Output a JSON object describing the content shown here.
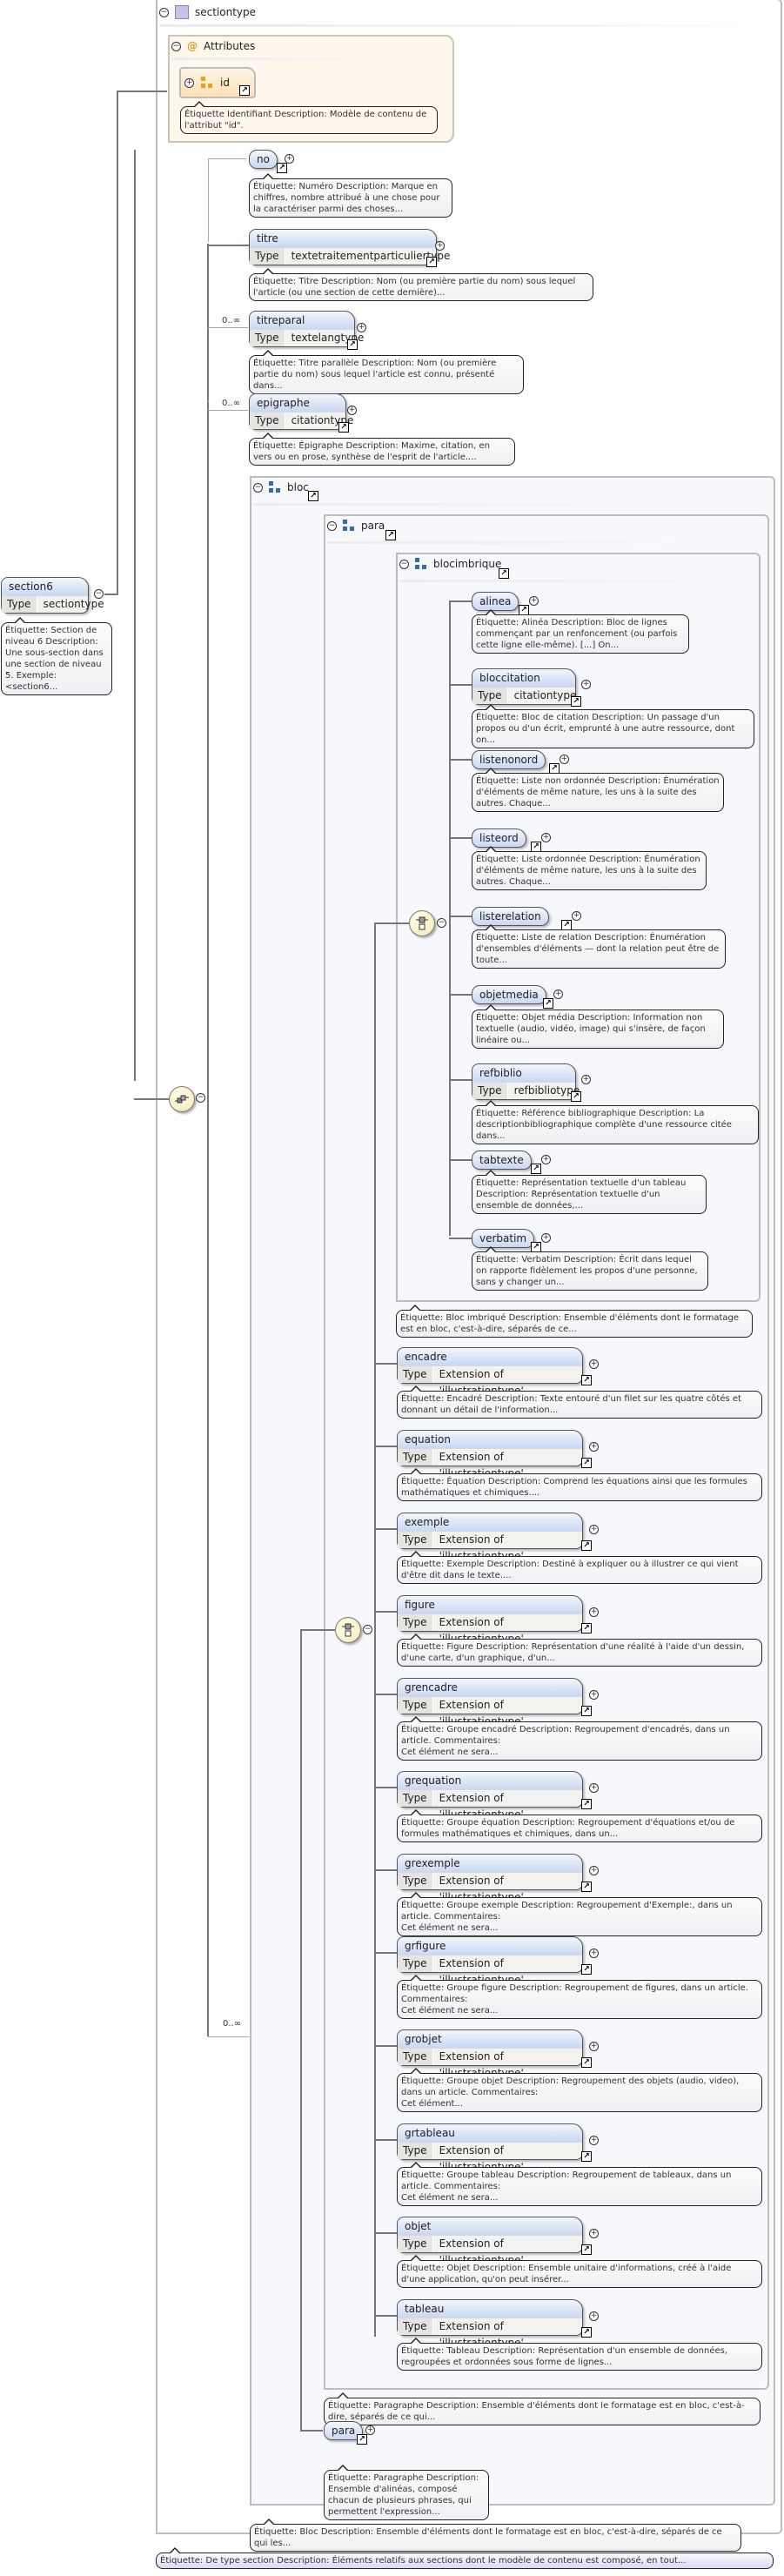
{
  "root": {
    "name": "section6",
    "type_key": "Type",
    "type_value": "sectiontype",
    "note": "Étiquette: Section de niveau 6 Description: Une sous-section dans une section de niveau 5. Exemple: <section6..."
  },
  "sectiontype": {
    "title": "sectiontype",
    "note": "Étiquette: De type section Description: Éléments relatifs aux sections dont le modèle de contenu est composé, en tout...",
    "attributes": {
      "title": "Attributes",
      "items": [
        {
          "name": "id",
          "note": "Étiquette Identifiant Description: Modèle de contenu de l'attribut \"id\"."
        }
      ]
    }
  },
  "sequence": {
    "elements": [
      {
        "name": "no",
        "cardinality": "",
        "note": "Étiquette: Numéro Description: Marque en chiffres, nombre attribué à une chose pour la caractériser parmi des choses..."
      },
      {
        "name": "titre",
        "type_key": "Type",
        "type_value": "textetraitementparticuliertype",
        "cardinality": "",
        "note": "Étiquette: Titre Description: Nom (ou première partie du nom) sous lequel l'article (ou une section de cette dernière)..."
      },
      {
        "name": "titreparal",
        "type_key": "Type",
        "type_value": "textelangtype",
        "cardinality": "0..∞",
        "note": "Étiquette: Titre parallèle Description: Nom (ou première partie du nom) sous lequel l'article est connu, présenté dans..."
      },
      {
        "name": "epigraphe",
        "type_key": "Type",
        "type_value": "citationtype",
        "cardinality": "0..∞",
        "note": "Étiquette: Épigraphe Description: Maxime, citation, en vers ou en prose, synthèse de l'esprit de l'article...."
      }
    ],
    "choice_cardinality": "0..∞"
  },
  "bloc": {
    "title": "bloc",
    "note": "Étiquette: Bloc Description: Ensemble d'éléments dont le formatage est en bloc, c'est-à-dire, séparés de ce qui les...",
    "para_group": {
      "title": "para",
      "note": "Étiquette: Paragraphe Description: Ensemble d'éléments dont le formatage est en bloc, c'est-à-dire, séparés de ce qui...",
      "blocimbrique": {
        "title": "blocimbrique",
        "note": "Étiquette: Bloc imbriqué Description: Ensemble d'éléments dont le formatage est en bloc, c'est-à-dire, séparés de ce...",
        "items": [
          {
            "name": "alinea",
            "note": "Étiquette: Alinéa Description: Bloc de lignes commençant par un renfoncement (ou parfois cette ligne elle-même). [...] On..."
          },
          {
            "name": "bloccitation",
            "type_key": "Type",
            "type_value": "citationtype",
            "note": "Étiquette: Bloc de citation Description: Un passage d'un propos ou d'un écrit, emprunté à une autre ressource, dont on..."
          },
          {
            "name": "listenonord",
            "note": "Étiquette: Liste non ordonnée Description: Énumération d'éléments de même nature, les uns à la suite des autres. Chaque..."
          },
          {
            "name": "listeord",
            "note": "Étiquette: Liste ordonnée Description: Énumération d'éléments de même nature, les uns à la suite des autres. Chaque..."
          },
          {
            "name": "listerelation",
            "note": "Étiquette: Liste de relation Description: Énumération d'ensembles d'éléments — dont la relation peut être de toute..."
          },
          {
            "name": "objetmedia",
            "note": "Étiquette: Objet média Description: Information non textuelle (audio, vidéo, image) qui s'insère, de façon linéaire ou..."
          },
          {
            "name": "refbiblio",
            "type_key": "Type",
            "type_value": "refbibliotype",
            "note": "Étiquette: Référence bibliographique Description: La descriptionbibliographique complète d'une ressource citée dans..."
          },
          {
            "name": "tabtexte",
            "note": "Étiquette: Représentation textuelle d'un tableau Description: Représentation textuelle d'un ensemble de données,..."
          },
          {
            "name": "verbatim",
            "note": "Étiquette: Verbatim Description: Écrit dans lequel on rapporte fidèlement les propos d'une personne, sans y changer un..."
          }
        ]
      },
      "illustrations": [
        {
          "name": "encadre",
          "type_key": "Type",
          "type_value": "Extension of 'illustrationtype'",
          "note": "Étiquette: Encadré Description: Texte entouré d'un filet sur les quatre côtés et donnant un détail de l'information..."
        },
        {
          "name": "equation",
          "type_key": "Type",
          "type_value": "Extension of 'illustrationtype'",
          "note": "Étiquette: Équation Description: Comprend les équations ainsi que les formules mathématiques et chimiques...."
        },
        {
          "name": "exemple",
          "type_key": "Type",
          "type_value": "Extension of 'illustrationtype'",
          "note": "Étiquette: Exemple Description: Destiné à expliquer ou à illustrer ce qui vient d'être dit dans le texte...."
        },
        {
          "name": "figure",
          "type_key": "Type",
          "type_value": "Extension of 'illustrationtype'",
          "note": "Étiquette: Figure Description: Représentation d'une réalité à l'aide d'un dessin, d'une carte, d'un graphique, d'un..."
        },
        {
          "name": "grencadre",
          "type_key": "Type",
          "type_value": "Extension of 'illustrationtype'",
          "note": "Étiquette: Groupe encadré Description: Regroupement d'encadrés, dans un article. Commentaires:\nCet élément ne sera..."
        },
        {
          "name": "grequation",
          "type_key": "Type",
          "type_value": "Extension of 'illustrationtype'",
          "note": "Étiquette: Groupe équation Description: Regroupement d'équations et/ou de formules mathématiques et chimiques, dans un..."
        },
        {
          "name": "grexemple",
          "type_key": "Type",
          "type_value": "Extension of 'illustrationtype'",
          "note": "Étiquette: Groupe exemple Description: Regroupement d'Exemple:, dans un article. Commentaires:\nCet élément ne sera..."
        },
        {
          "name": "grfigure",
          "type_key": "Type",
          "type_value": "Extension of 'illustrationtype'",
          "note": "Étiquette: Groupe figure Description: Regroupement de figures, dans un article. Commentaires:\nCet élément ne sera..."
        },
        {
          "name": "grobjet",
          "type_key": "Type",
          "type_value": "Extension of 'illustrationtype'",
          "note": "Étiquette: Groupe objet Description: Regroupement des objets (audio, video), dans un article. Commentaires:\nCet élément..."
        },
        {
          "name": "grtableau",
          "type_key": "Type",
          "type_value": "Extension of 'illustrationtype'",
          "note": "Étiquette: Groupe tableau Description: Regroupement de tableaux, dans un article. Commentaires:\nCet élément ne sera..."
        },
        {
          "name": "objet",
          "type_key": "Type",
          "type_value": "Extension of 'illustrationtype'",
          "note": "Étiquette: Objet Description: Ensemble unitaire d'informations, créé à l'aide d'une application, qu'on peut insérer..."
        },
        {
          "name": "tableau",
          "type_key": "Type",
          "type_value": "Extension of 'illustrationtype'",
          "note": "Étiquette: Tableau Description: Représentation d'un ensemble de données, regroupées et ordonnées sous forme de lignes..."
        }
      ]
    },
    "para": {
      "name": "para",
      "note": "Étiquette: Paragraphe Description: Ensemble d'alinéas, composé chacun de plusieurs phrases, qui permettent l'expression..."
    }
  },
  "icons": {
    "collapse": "⊖",
    "expand": "⊕",
    "link": "↗",
    "attribute": "@"
  }
}
